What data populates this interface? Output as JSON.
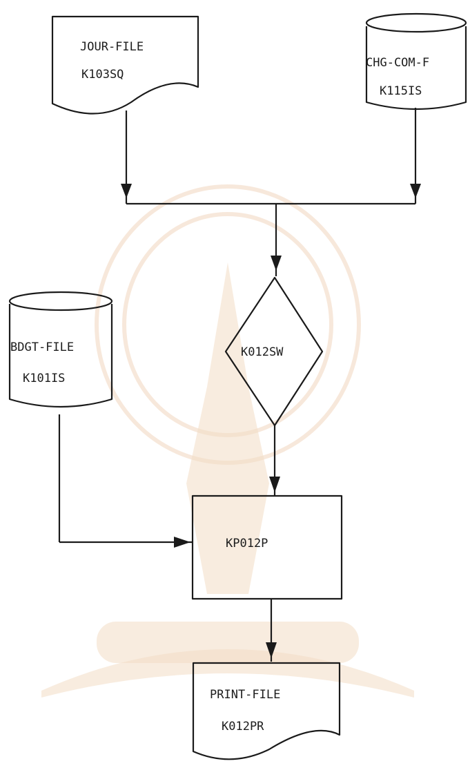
{
  "diagram": {
    "nodes": {
      "jour_file": {
        "name": "JOUR-FILE",
        "code": "K103SQ",
        "shape": "document"
      },
      "chg_com_file": {
        "name": "CHG-COM-F",
        "code": "K115IS",
        "shape": "disk-storage"
      },
      "sort": {
        "code": "K012SW",
        "shape": "decision"
      },
      "bdgt_file": {
        "name": "BDGT-FILE",
        "code": "K101IS",
        "shape": "disk-storage"
      },
      "program": {
        "code": "KP012P",
        "shape": "process"
      },
      "print_file": {
        "name": "PRINT-FILE",
        "code": "K012PR",
        "shape": "document"
      }
    },
    "edges": [
      {
        "from": "jour_file",
        "to": "sort"
      },
      {
        "from": "chg_com_file",
        "to": "sort"
      },
      {
        "from": "sort",
        "to": "program"
      },
      {
        "from": "bdgt_file",
        "to": "program"
      },
      {
        "from": "program",
        "to": "print_file"
      }
    ]
  }
}
